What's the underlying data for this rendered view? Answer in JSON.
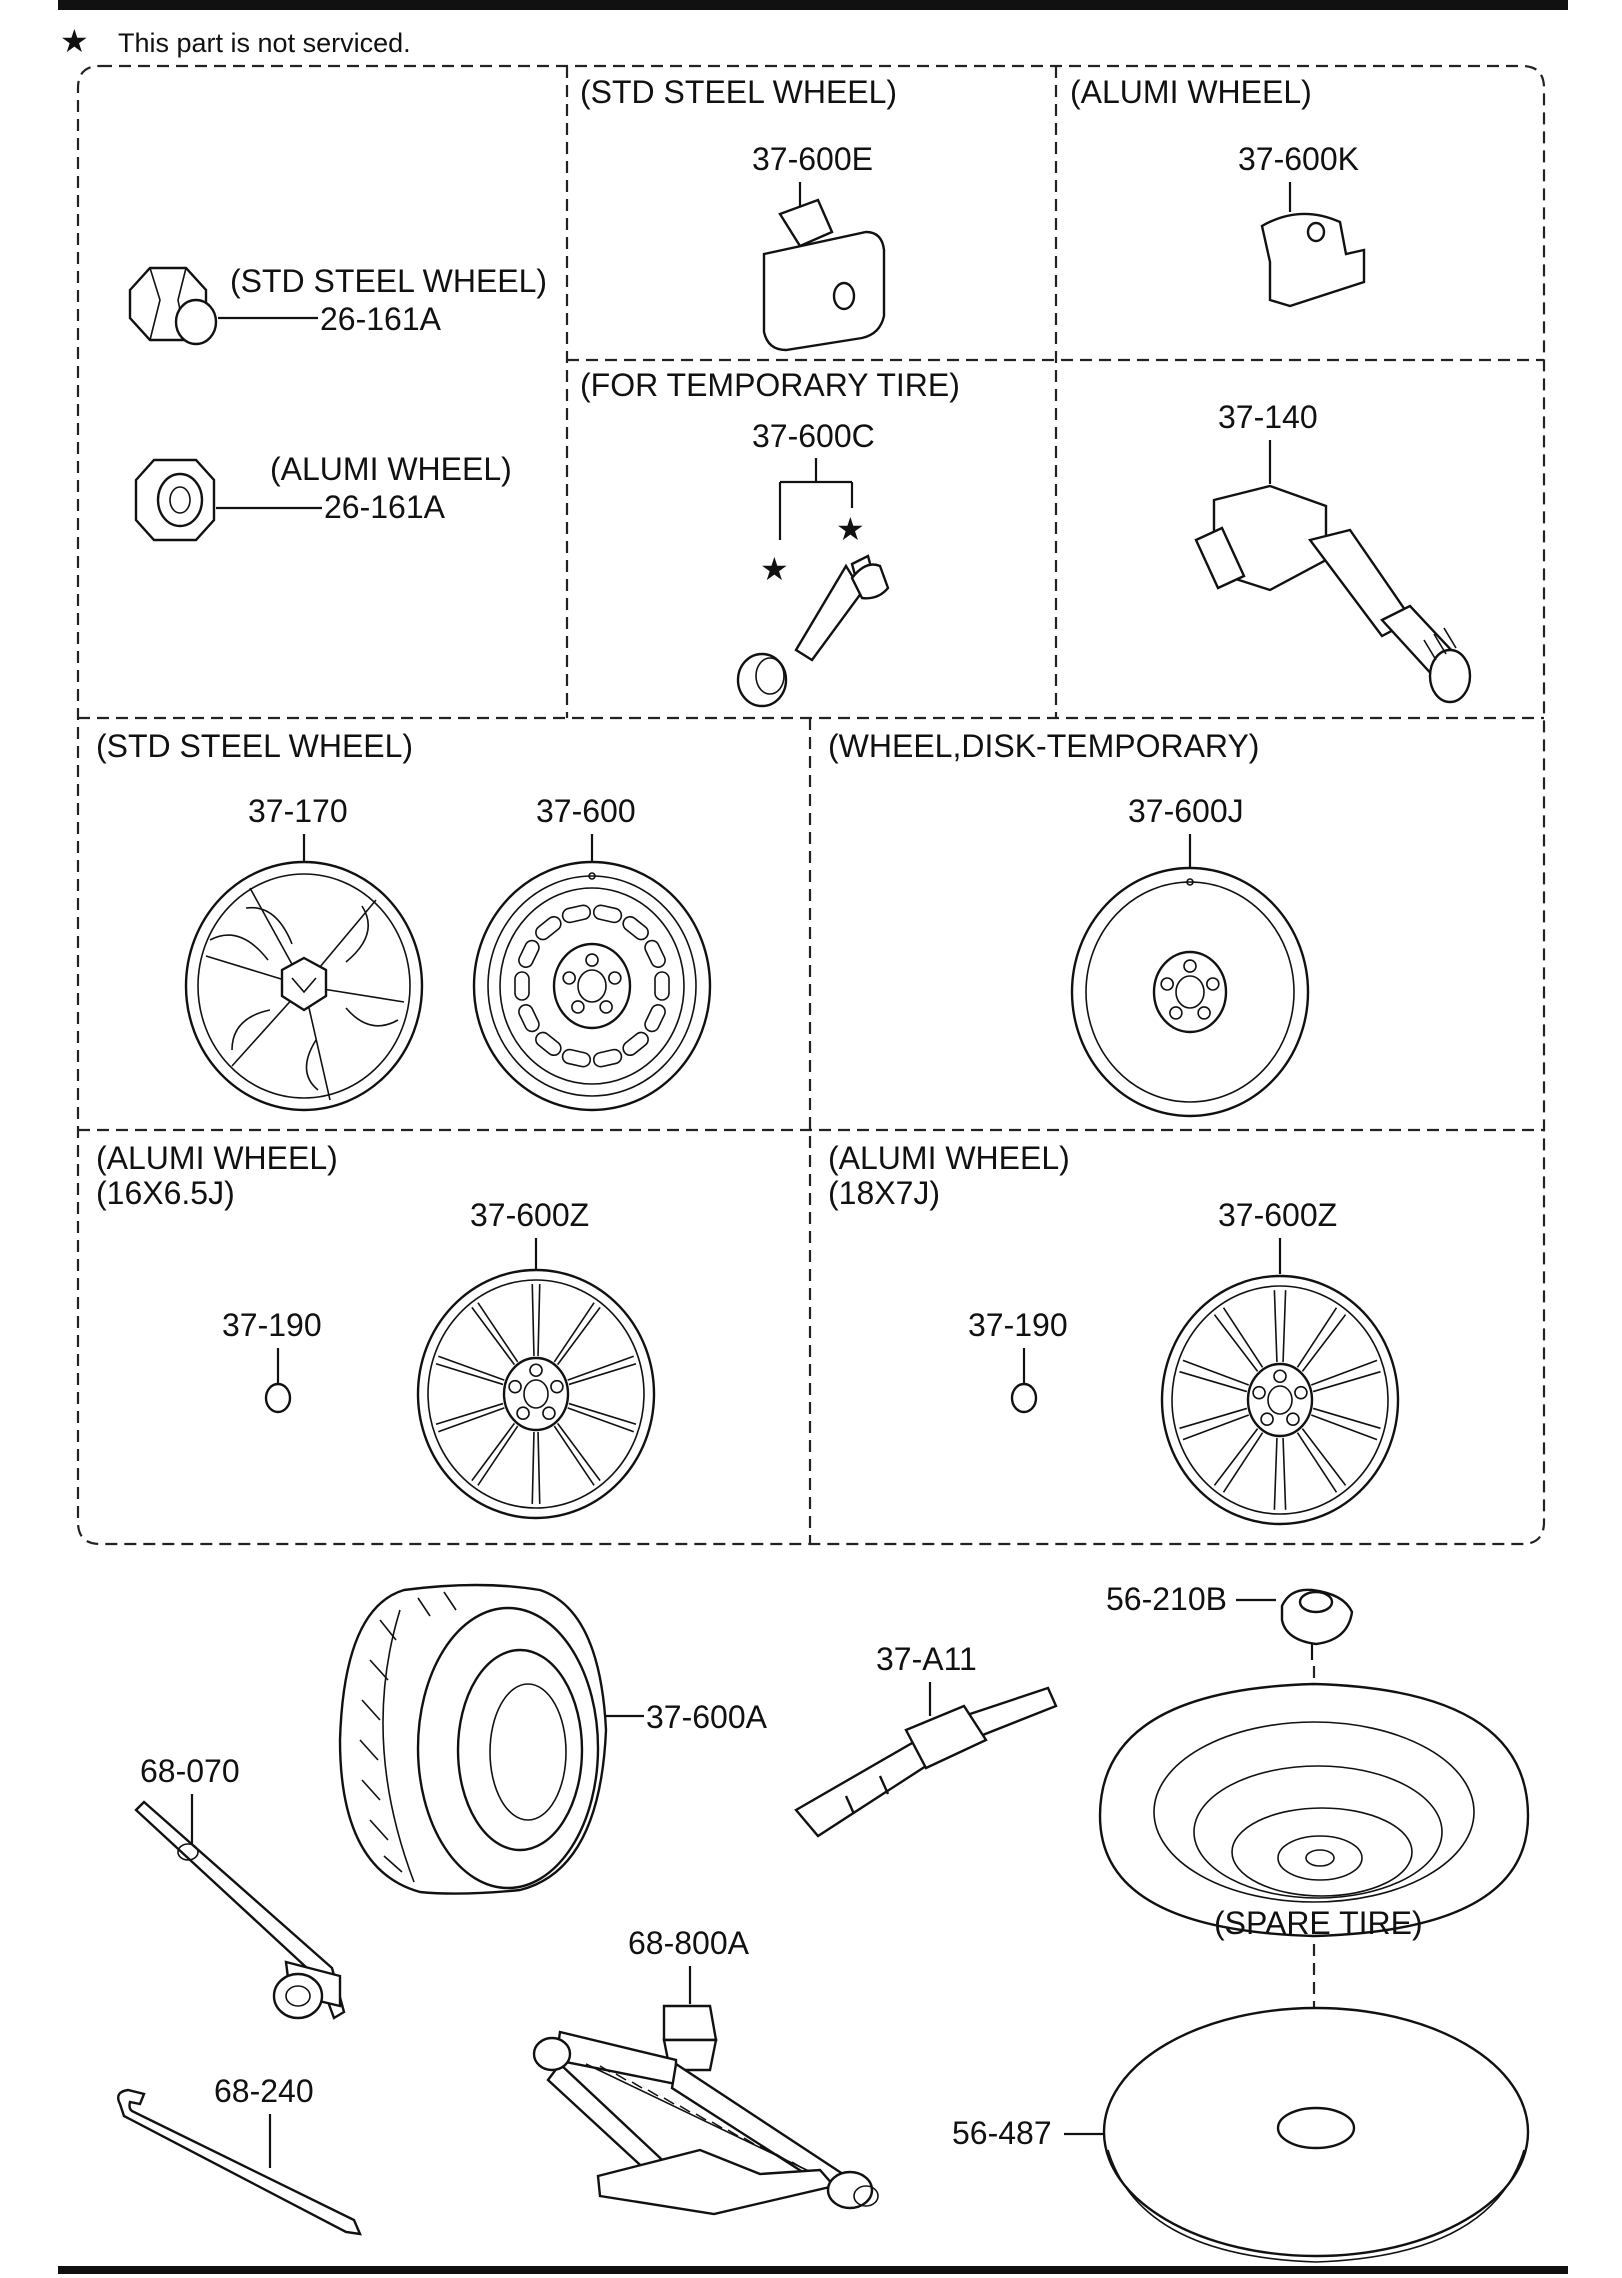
{
  "header": {
    "star_symbol": "★",
    "note": "This part is not serviced."
  },
  "panels": {
    "nuts": {
      "steel_caption": "(STD STEEL WHEEL)",
      "steel_part": "26-161A",
      "alumi_caption": "(ALUMI WHEEL)",
      "alumi_part": "26-161A"
    },
    "valve_steel": {
      "caption": "(STD STEEL WHEEL)",
      "part": "37-600E"
    },
    "valve_alumi": {
      "caption": "(ALUMI WHEEL)",
      "part": "37-600K"
    },
    "valve_temp": {
      "caption": "(FOR TEMPORARY TIRE)",
      "part": "37-600C"
    },
    "sensor": {
      "part": "37-140"
    },
    "steel_wheel": {
      "caption": "(STD STEEL WHEEL)",
      "cover_part": "37-170",
      "wheel_part": "37-600"
    },
    "temp_wheel": {
      "caption": "(WHEEL,DISK-TEMPORARY)",
      "part": "37-600J"
    },
    "alumi_16": {
      "caption": "(ALUMI WHEEL)",
      "size": "(16X6.5J)",
      "cap_part": "37-190",
      "wheel_part": "37-600Z"
    },
    "alumi_18": {
      "caption": "(ALUMI WHEEL)",
      "size": "(18X7J)",
      "cap_part": "37-190",
      "wheel_part": "37-600Z"
    }
  },
  "loose_parts": {
    "tire": "37-600A",
    "strap": "37-A11",
    "holder_bolt": "56-210B",
    "spare_tire": "(SPARE TIRE)",
    "lug_wrench": "68-070",
    "jack": "68-800A",
    "jack_handle": "68-240",
    "tray": "56-487"
  },
  "icons": [
    "star-icon"
  ],
  "colors": {
    "ink": "#111111",
    "background": "#ffffff"
  }
}
